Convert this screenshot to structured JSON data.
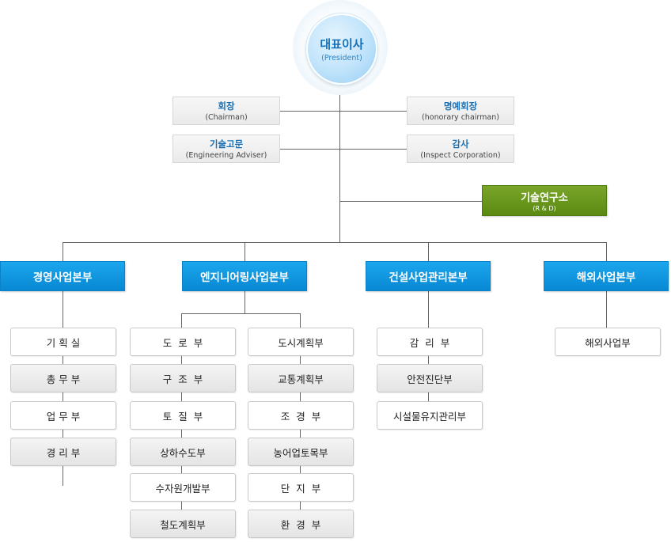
{
  "president": {
    "ko": "대표이사",
    "en": "(President)"
  },
  "advisors": {
    "chairman": {
      "ko": "회장",
      "en": "(Chairman)"
    },
    "honorary": {
      "ko": "명예회장",
      "en": "(honorary chairman)"
    },
    "engineering": {
      "ko": "기술고문",
      "en": "(Engineering Adviser)"
    },
    "inspect": {
      "ko": "감사",
      "en": "(Inspect Corporation)"
    }
  },
  "rnd": {
    "ko": "기술연구소",
    "en": "(R & D)"
  },
  "divisions": [
    {
      "label": "경영사업본부"
    },
    {
      "label": "엔지니어링사업본부"
    },
    {
      "label": "건설사업관리본부"
    },
    {
      "label": "해외사업본부"
    }
  ],
  "departments": {
    "management": [
      "기 획 실",
      "총 무 부",
      "업 무 부",
      "경 리 부"
    ],
    "engineering_left": [
      "도  로  부",
      "구  조  부",
      "토  질  부",
      "상하수도부",
      "수자원개발부",
      "철도계획부"
    ],
    "engineering_right": [
      "도시계획부",
      "교통계획부",
      "조  경  부",
      "농어업토목부",
      "단  지  부",
      "환  경  부"
    ],
    "construction": [
      "감  리  부",
      "안전진단부",
      "시설물유지관리부"
    ],
    "overseas": [
      "해외사업부"
    ]
  }
}
